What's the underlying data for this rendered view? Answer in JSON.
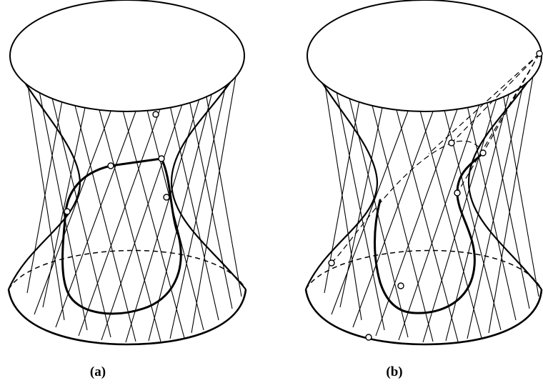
{
  "figures": [
    {
      "id": "a",
      "caption": "(a)"
    },
    {
      "id": "b",
      "caption": "(b)"
    }
  ]
}
